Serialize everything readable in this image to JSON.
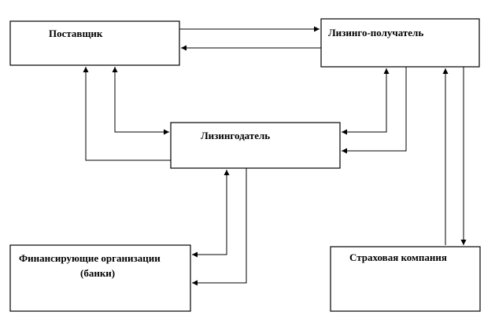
{
  "nodes": {
    "supplier": {
      "label": "Поставщик"
    },
    "lessee": {
      "label": "Лизинго-получатель"
    },
    "lessor": {
      "label": "Лизингодатель"
    },
    "finance": {
      "line1": "Финансирующие организации",
      "line2": "(банки)"
    },
    "insurance": {
      "label": "Страховая компания"
    }
  }
}
